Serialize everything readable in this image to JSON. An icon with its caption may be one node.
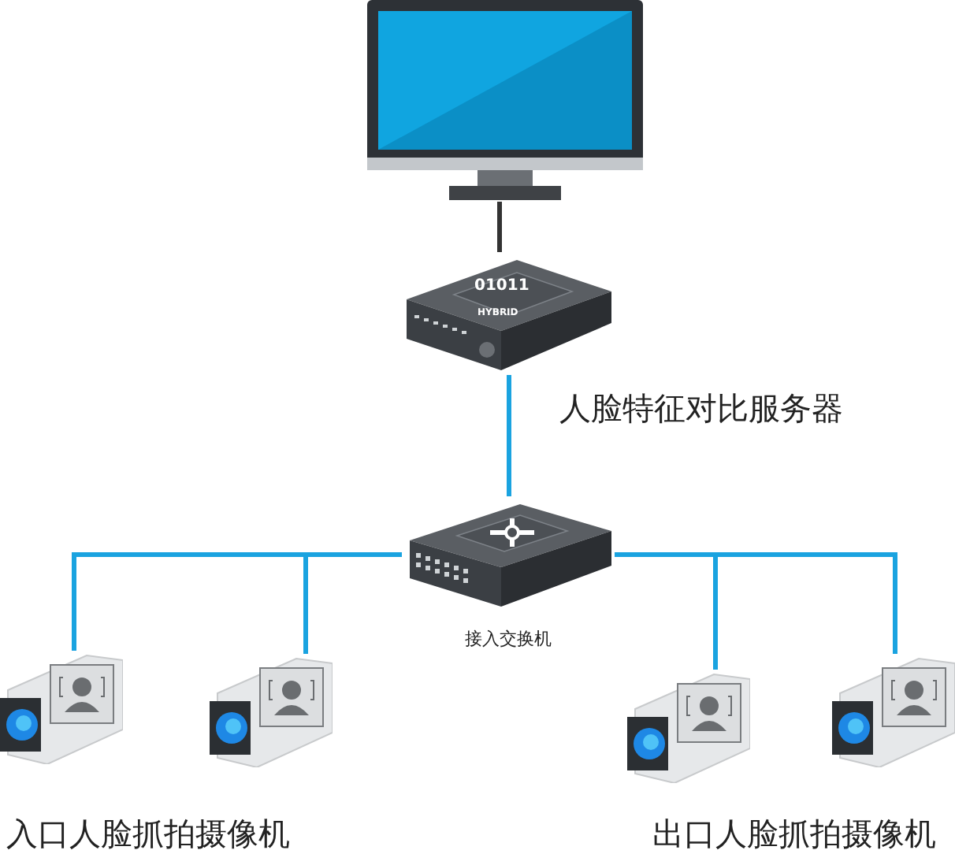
{
  "diagram": {
    "nodes": [
      {
        "text": [],
        "shape": "picture"
      },
      {
        "text": [],
        "shape": "picture",
        "beside": [
          "人脸特征对比服务器"
        ]
      },
      {
        "text": [],
        "shape": "picture",
        "beside": [
          "接入交换机"
        ]
      },
      {
        "text": [],
        "shape": "picture"
      },
      {
        "text": [],
        "shape": "picture"
      },
      {
        "text": [],
        "shape": "picture"
      },
      {
        "text": [],
        "shape": "picture"
      }
    ],
    "edges": [
      {
        "from": 0,
        "to": 1,
        "arrow": "none",
        "color": "#333333"
      },
      {
        "from": 1,
        "to": 2,
        "arrow": "none"
      },
      {
        "from": 2,
        "to": 3,
        "arrow": "none"
      },
      {
        "from": 2,
        "to": 4,
        "arrow": "none"
      },
      {
        "from": 2,
        "to": 5,
        "arrow": "none"
      },
      {
        "from": 2,
        "to": 6,
        "arrow": "none"
      }
    ],
    "labels": [
      "01011",
      "HYBRID",
      "入口人脸抓拍摄像机",
      "出口人脸抓拍摄像机"
    ]
  }
}
